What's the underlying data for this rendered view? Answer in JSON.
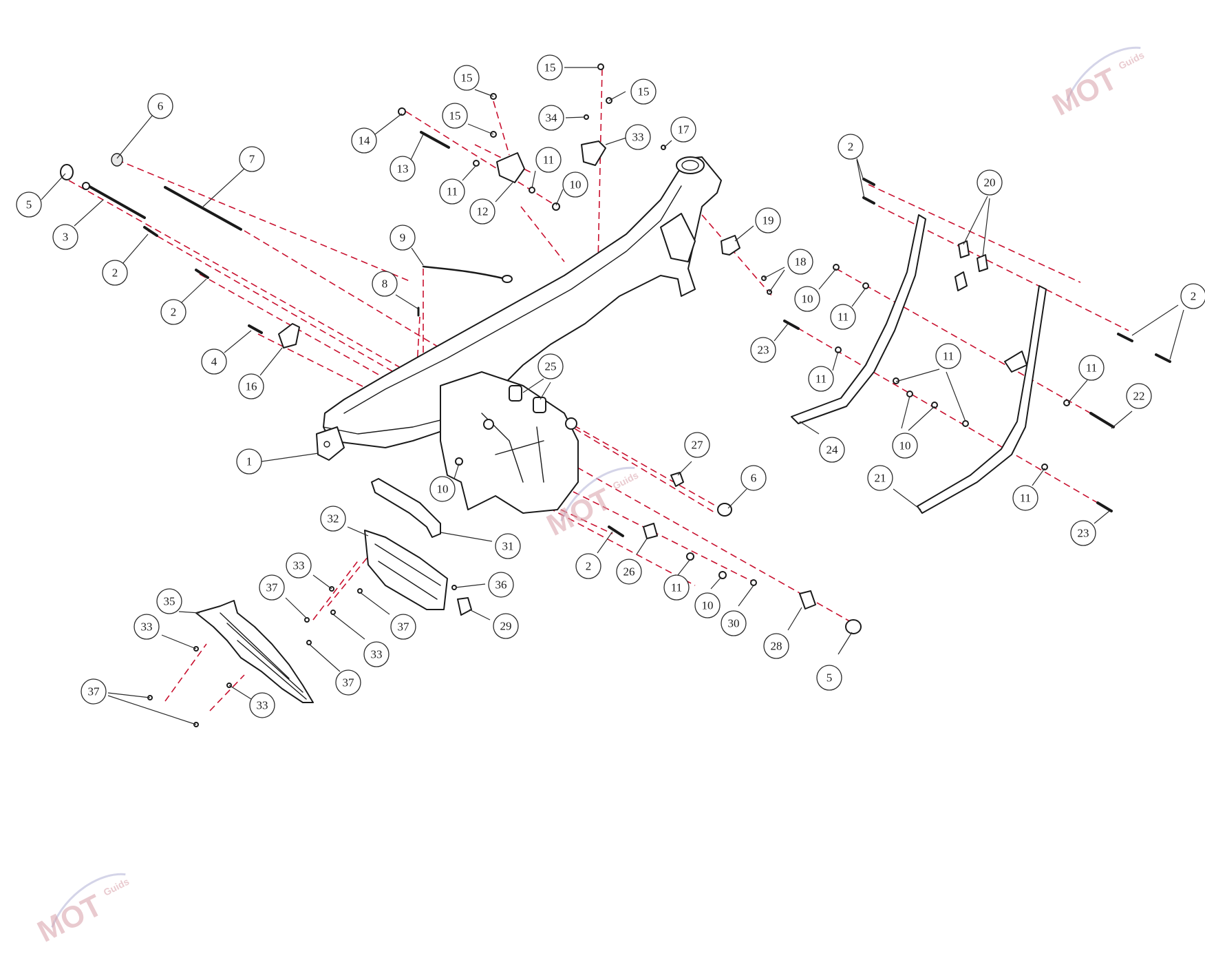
{
  "callouts": [
    {
      "label": "6"
    },
    {
      "label": "7"
    },
    {
      "label": "5"
    },
    {
      "label": "3"
    },
    {
      "label": "2"
    },
    {
      "label": "2"
    },
    {
      "label": "4"
    },
    {
      "label": "16"
    },
    {
      "label": "1"
    },
    {
      "label": "14"
    },
    {
      "label": "13"
    },
    {
      "label": "15"
    },
    {
      "label": "15"
    },
    {
      "label": "11"
    },
    {
      "label": "12"
    },
    {
      "label": "15"
    },
    {
      "label": "34"
    },
    {
      "label": "15"
    },
    {
      "label": "33"
    },
    {
      "label": "11"
    },
    {
      "label": "10"
    },
    {
      "label": "17"
    },
    {
      "label": "9"
    },
    {
      "label": "8"
    },
    {
      "label": "19"
    },
    {
      "label": "18"
    },
    {
      "label": "10"
    },
    {
      "label": "11"
    },
    {
      "label": "25"
    },
    {
      "label": "2"
    },
    {
      "label": "20"
    },
    {
      "label": "2"
    },
    {
      "label": "23"
    },
    {
      "label": "11"
    },
    {
      "label": "11"
    },
    {
      "label": "11"
    },
    {
      "label": "22"
    },
    {
      "label": "10"
    },
    {
      "label": "24"
    },
    {
      "label": "21"
    },
    {
      "label": "11"
    },
    {
      "label": "23"
    },
    {
      "label": "27"
    },
    {
      "label": "6"
    },
    {
      "label": "10"
    },
    {
      "label": "31"
    },
    {
      "label": "32"
    },
    {
      "label": "2"
    },
    {
      "label": "26"
    },
    {
      "label": "11"
    },
    {
      "label": "10"
    },
    {
      "label": "30"
    },
    {
      "label": "28"
    },
    {
      "label": "5"
    },
    {
      "label": "36"
    },
    {
      "label": "29"
    },
    {
      "label": "33"
    },
    {
      "label": "37"
    },
    {
      "label": "37"
    },
    {
      "label": "33"
    },
    {
      "label": "37"
    },
    {
      "label": "35"
    },
    {
      "label": "33"
    },
    {
      "label": "37"
    },
    {
      "label": "33"
    }
  ],
  "watermarks": [
    {
      "text": "MOT",
      "subtext": "Guids"
    },
    {
      "text": "MOT",
      "subtext": "Guids"
    },
    {
      "text": "MOT",
      "subtext": "Guids"
    }
  ],
  "colors": {
    "line": "#1a1a1a",
    "dashed_axis": "#c8102e",
    "background": "#ffffff",
    "watermark": "#d8a0a8"
  }
}
